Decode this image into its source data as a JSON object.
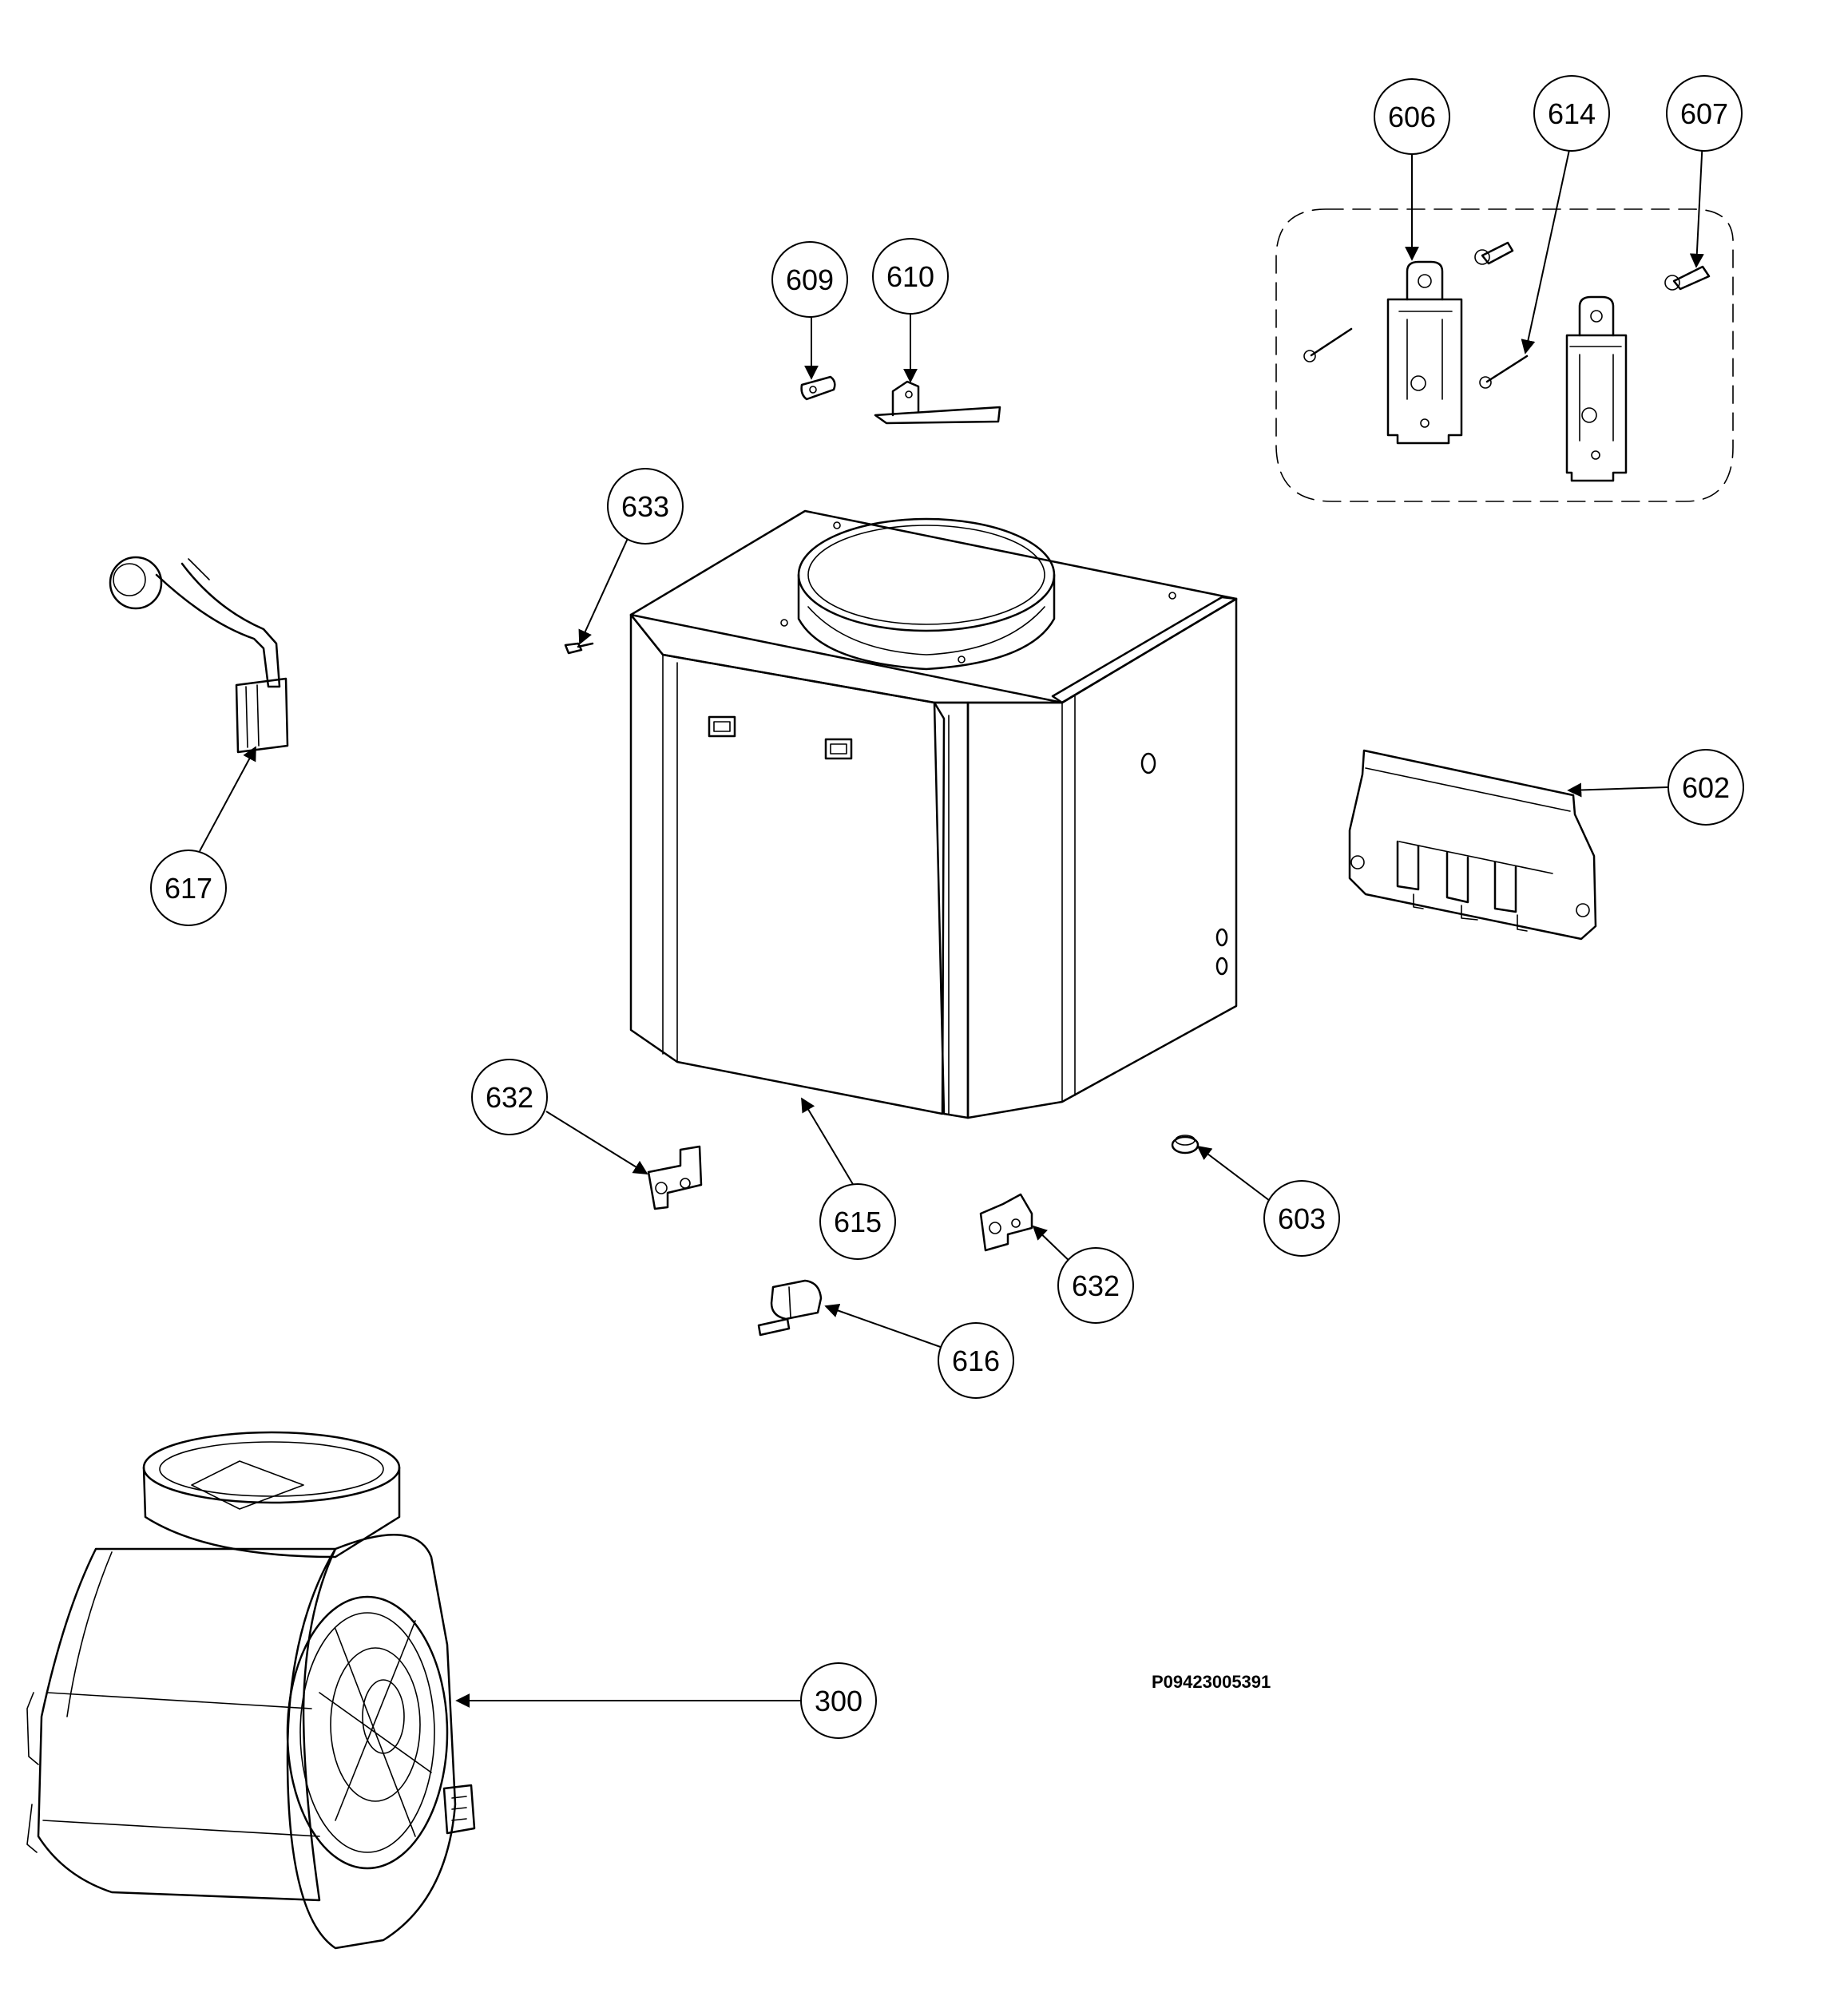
{
  "drawing_code": "P09423005391",
  "callouts": [
    {
      "id": "c606",
      "label": "606"
    },
    {
      "id": "c614",
      "label": "614"
    },
    {
      "id": "c607",
      "label": "607"
    },
    {
      "id": "c609",
      "label": "609"
    },
    {
      "id": "c610",
      "label": "610"
    },
    {
      "id": "c633",
      "label": "633"
    },
    {
      "id": "c602",
      "label": "602"
    },
    {
      "id": "c617",
      "label": "617"
    },
    {
      "id": "c632a",
      "label": "632"
    },
    {
      "id": "c615",
      "label": "615"
    },
    {
      "id": "c603",
      "label": "603"
    },
    {
      "id": "c632b",
      "label": "632"
    },
    {
      "id": "c616",
      "label": "616"
    },
    {
      "id": "c300",
      "label": "300"
    }
  ]
}
